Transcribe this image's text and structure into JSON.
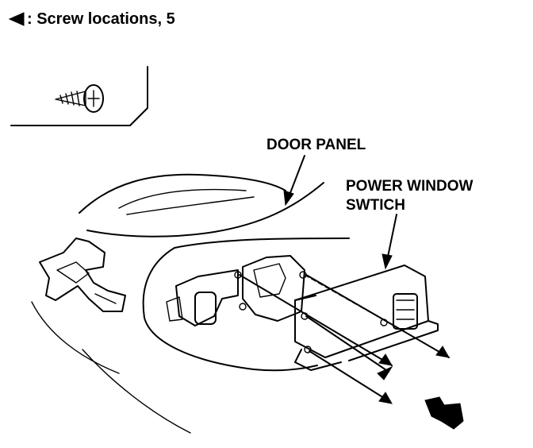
{
  "legend": {
    "marker_icon": "arrowhead-left-icon",
    "text": ": Screw locations, 5"
  },
  "labels": {
    "door_panel": "DOOR PANEL",
    "power_window_line1": "POWER WINDOW",
    "power_window_line2": "SWTICH"
  },
  "icons": {
    "screw": "screw-icon",
    "front_arrow": "front-direction-arrow-icon"
  },
  "colors": {
    "ink": "#000000",
    "paper": "#ffffff"
  }
}
